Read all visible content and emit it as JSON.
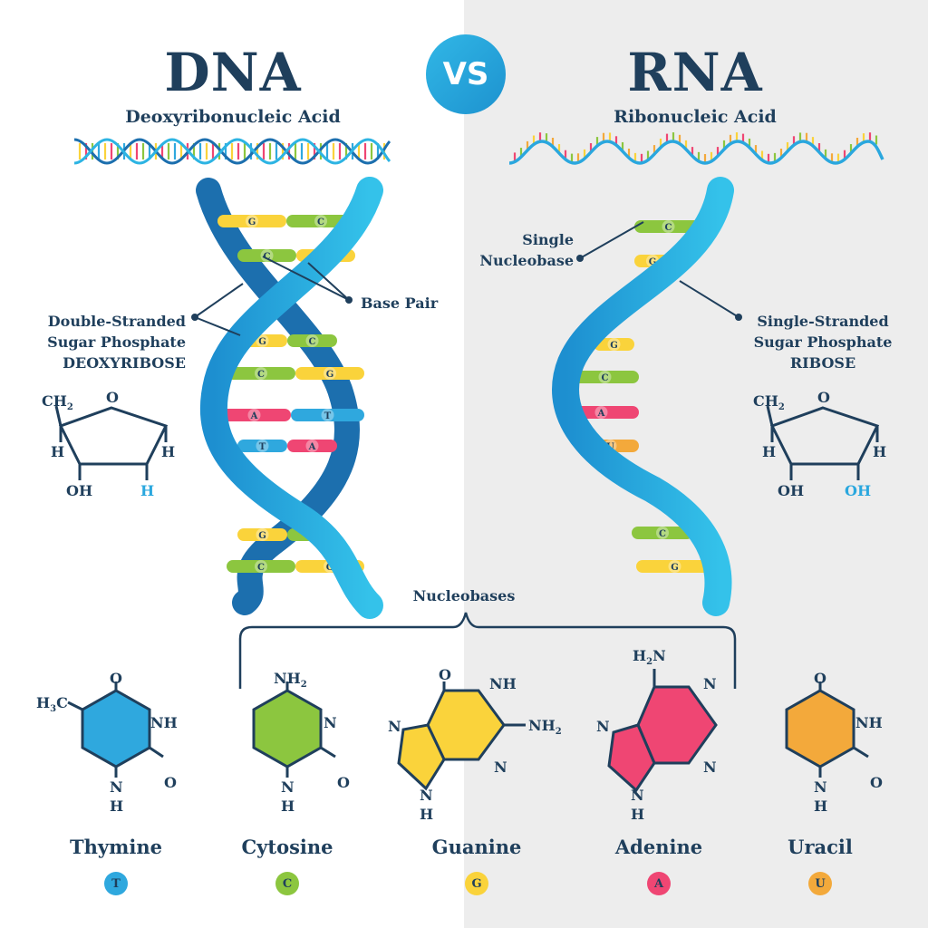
{
  "header": {
    "vs_label": "VS",
    "dna": {
      "title": "DNA",
      "subtitle": "Deoxyribonucleic Acid"
    },
    "rna": {
      "title": "RNA",
      "subtitle": "Ribonucleic Acid"
    }
  },
  "dna_labels": {
    "base_pair": "Base Pair",
    "strand_line1": "Double-Stranded",
    "strand_line2": "Sugar Phosphate",
    "strand_line3": "DEOXYRIBOSE"
  },
  "rna_labels": {
    "nucleobase_line1": "Single",
    "nucleobase_line2": "Nucleobase",
    "strand_line1": "Single-Stranded",
    "strand_line2": "Sugar Phosphate",
    "strand_line3": "RIBOSE"
  },
  "deoxyribose": {
    "ch2": "CH",
    "ch2_sub": "2",
    "o": "O",
    "h_left": "H",
    "h_right": "H",
    "oh": "OH",
    "h_bottom": "H"
  },
  "ribose": {
    "ch2": "CH",
    "ch2_sub": "2",
    "o": "O",
    "h_left": "H",
    "h_right": "H",
    "oh_left": "OH",
    "oh_right": "OH"
  },
  "dna_base_pairs": [
    {
      "left": "G",
      "right": "C"
    },
    {
      "left": "C",
      "right": "G"
    },
    {
      "left": "G",
      "right": "C"
    },
    {
      "left": "C",
      "right": "G"
    },
    {
      "left": "A",
      "right": "T"
    },
    {
      "left": "T",
      "right": "A"
    },
    {
      "left": "G",
      "right": "C"
    },
    {
      "left": "C",
      "right": "G"
    }
  ],
  "rna_bases": [
    "C",
    "G",
    "G",
    "C",
    "A",
    "U",
    "C",
    "G"
  ],
  "nucleobases_label": "Nucleobases",
  "molecules": {
    "thymine": {
      "name": "Thymine",
      "letter": "T",
      "o_top": "O",
      "nh": "NH",
      "o_right": "O",
      "n": "N",
      "h": "H",
      "ch3": "H",
      "ch3_sub": "3",
      "ch3_c": "C"
    },
    "cytosine": {
      "name": "Cytosine",
      "letter": "C",
      "nh2": "NH",
      "nh2_sub": "2",
      "n_right": "N",
      "o": "O",
      "n": "N",
      "h": "H"
    },
    "guanine": {
      "name": "Guanine",
      "letter": "G",
      "o": "O",
      "nh": "NH",
      "nh2": "NH",
      "nh2_sub": "2",
      "n_right": "N",
      "n_left": "N",
      "n_bottom": "N",
      "h": "H"
    },
    "adenine": {
      "name": "Adenine",
      "letter": "A",
      "h2n": "H",
      "h2n_sub": "2",
      "h2n_n": "N",
      "n_right1": "N",
      "n_right2": "N",
      "n_left": "N",
      "n_bottom": "N",
      "h": "H"
    },
    "uracil": {
      "name": "Uracil",
      "letter": "U",
      "o_top": "O",
      "nh": "NH",
      "o_right": "O",
      "n": "N",
      "h": "H"
    }
  },
  "colors": {
    "title": "#1f3f5c",
    "helix_light": "#2db4e3",
    "helix_dark": "#1c6fae",
    "guanine": "#fad33b",
    "cytosine": "#8cc63f",
    "adenine": "#ef4673",
    "thymine": "#2fa8de",
    "uracil": "#f3a93b",
    "right_panel": "#ededed"
  }
}
